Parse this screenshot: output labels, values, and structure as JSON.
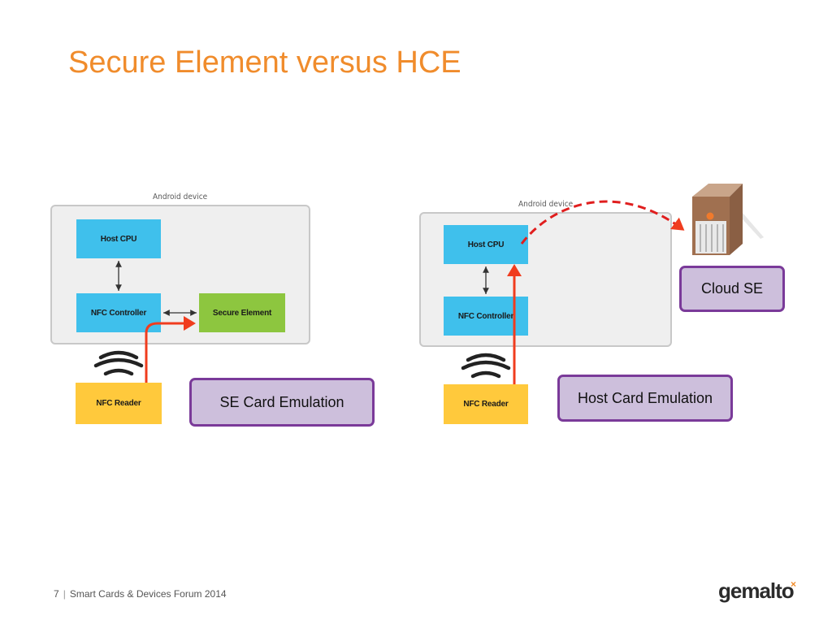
{
  "slide": {
    "title": "Secure Element versus HCE",
    "page_number": "7",
    "separator": "|",
    "footer_text": "Smart Cards & Devices Forum 2014",
    "logo_text": "gemalto",
    "logo_mark": "×"
  },
  "left_diagram": {
    "device_label": "Android device",
    "host_cpu": "Host CPU",
    "nfc_controller": "NFC Controller",
    "secure_element": "Secure Element",
    "nfc_reader": "NFC Reader",
    "callout": "SE Card Emulation"
  },
  "right_diagram": {
    "device_label": "Android device",
    "host_cpu": "Host CPU",
    "nfc_controller": "NFC Controller",
    "nfc_reader": "NFC Reader",
    "callout": "Host Card Emulation",
    "cloud_label": "Cloud SE"
  },
  "icons": [
    "nfc-waves-icon",
    "server-icon"
  ],
  "colors": {
    "title": "#f08c2c",
    "blue_box": "#3fc0ec",
    "green_box": "#8dc63f",
    "yellow_box": "#ffc93c",
    "callout_fill": "#cdbfdc",
    "callout_border": "#7a3a99",
    "arrow_red": "#f03c1e"
  }
}
